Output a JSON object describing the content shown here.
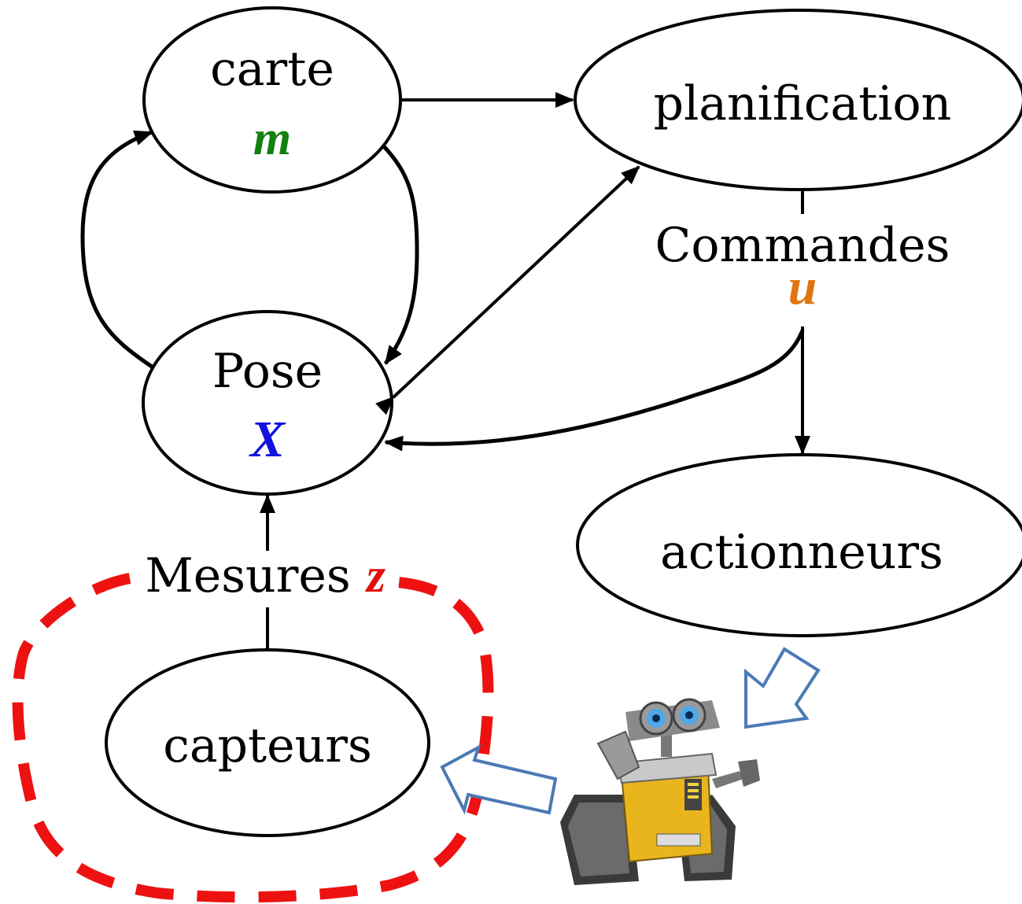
{
  "nodes": {
    "carte": {
      "label": "carte",
      "symbol": "m"
    },
    "planification": {
      "label": "planification"
    },
    "pose": {
      "label": "Pose",
      "symbol": "X"
    },
    "actionneurs": {
      "label": "actionneurs"
    },
    "capteurs": {
      "label": "capteurs"
    }
  },
  "edge_labels": {
    "commandes": {
      "label": "Commandes",
      "symbol": "u"
    },
    "mesures": {
      "label": "Mesures",
      "symbol": "z"
    }
  },
  "colors": {
    "m": "#138010",
    "X": "#1212e0",
    "u": "#e07510",
    "z": "#e01010",
    "dashed_outline": "#ee1111",
    "hollow_arrow": "#4a7ab5"
  },
  "robot_icon": "wall-e-robot-icon"
}
